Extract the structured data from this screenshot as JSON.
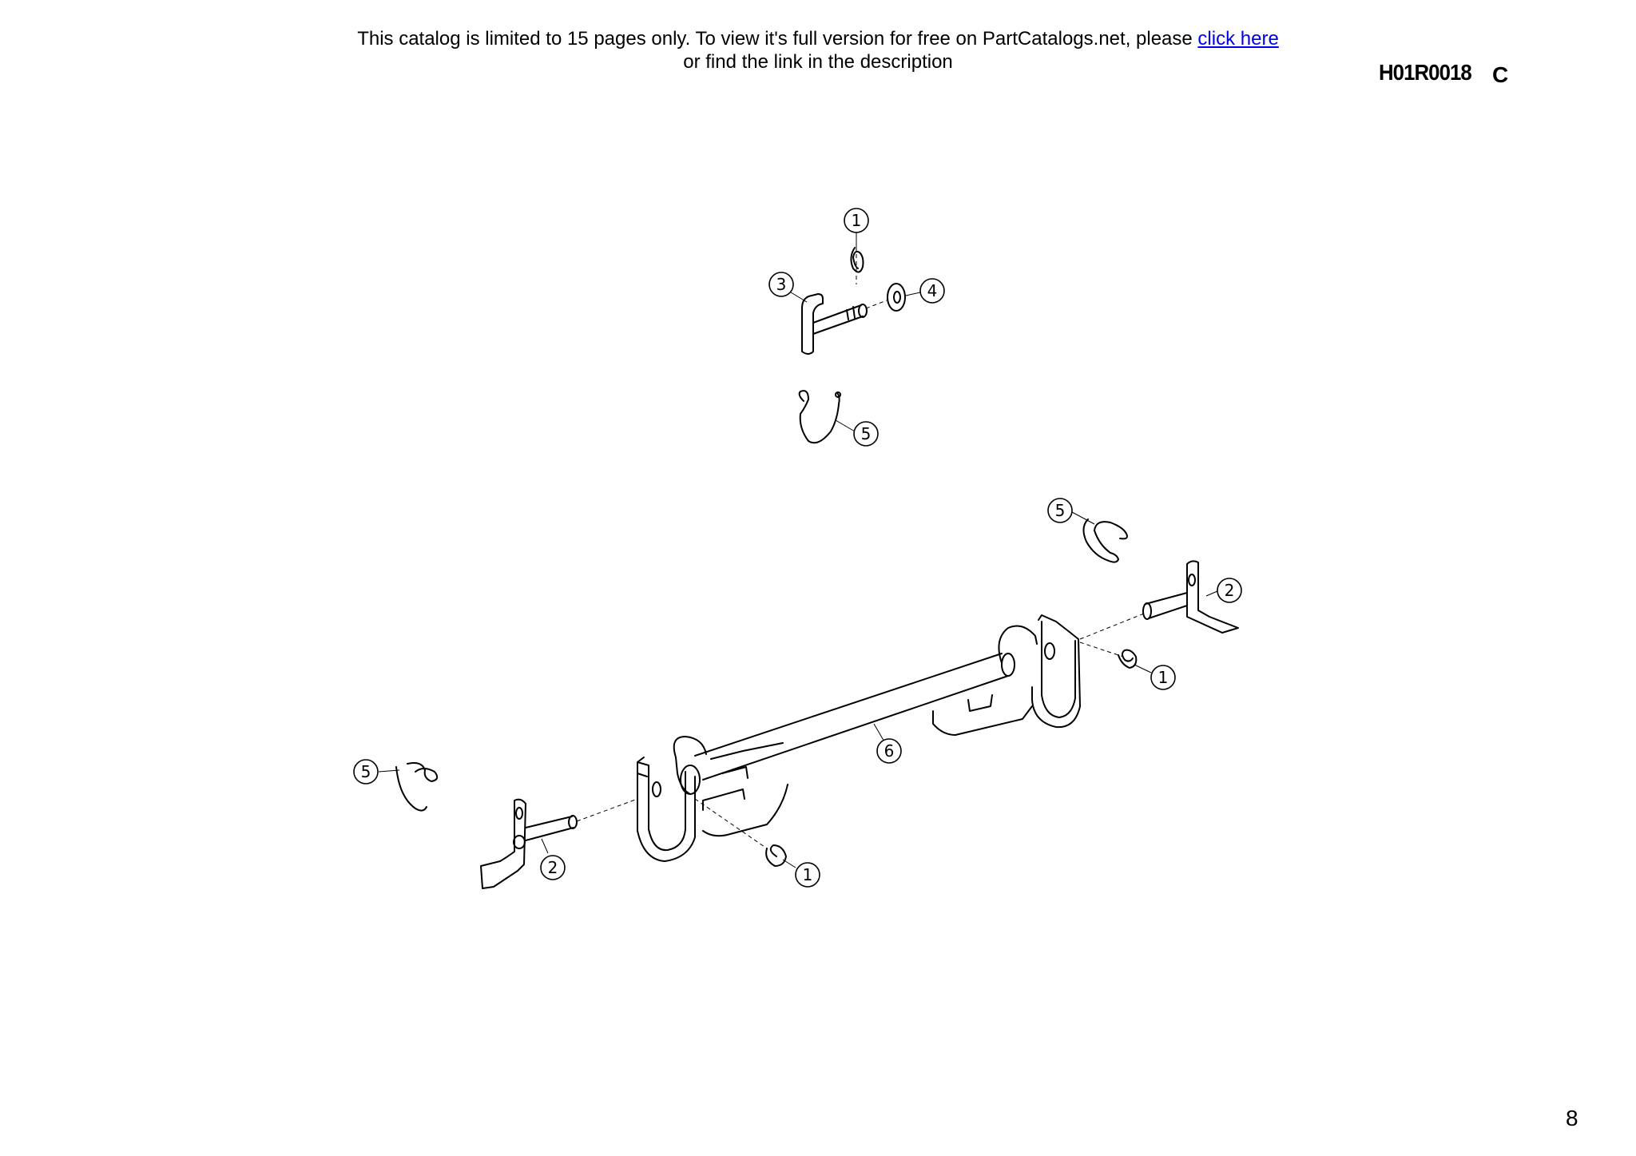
{
  "banner": {
    "line1_text": "This catalog is limited to 15 pages only. To view it's full version for free on PartCatalogs.net, please ",
    "link_text": "click here",
    "line2_text": "or find the link in the description"
  },
  "drawing_code": "H01R0018",
  "revision": "C",
  "page_number": "8",
  "callouts": [
    {
      "id": "c1-top",
      "label": "1"
    },
    {
      "id": "c3",
      "label": "3"
    },
    {
      "id": "c4",
      "label": "4"
    },
    {
      "id": "c5-mid",
      "label": "5"
    },
    {
      "id": "c5-right",
      "label": "5"
    },
    {
      "id": "c2-right",
      "label": "2"
    },
    {
      "id": "c1-right",
      "label": "1"
    },
    {
      "id": "c6",
      "label": "6"
    },
    {
      "id": "c5-left",
      "label": "5"
    },
    {
      "id": "c2-left",
      "label": "2"
    },
    {
      "id": "c1-bottom",
      "label": "1"
    }
  ]
}
